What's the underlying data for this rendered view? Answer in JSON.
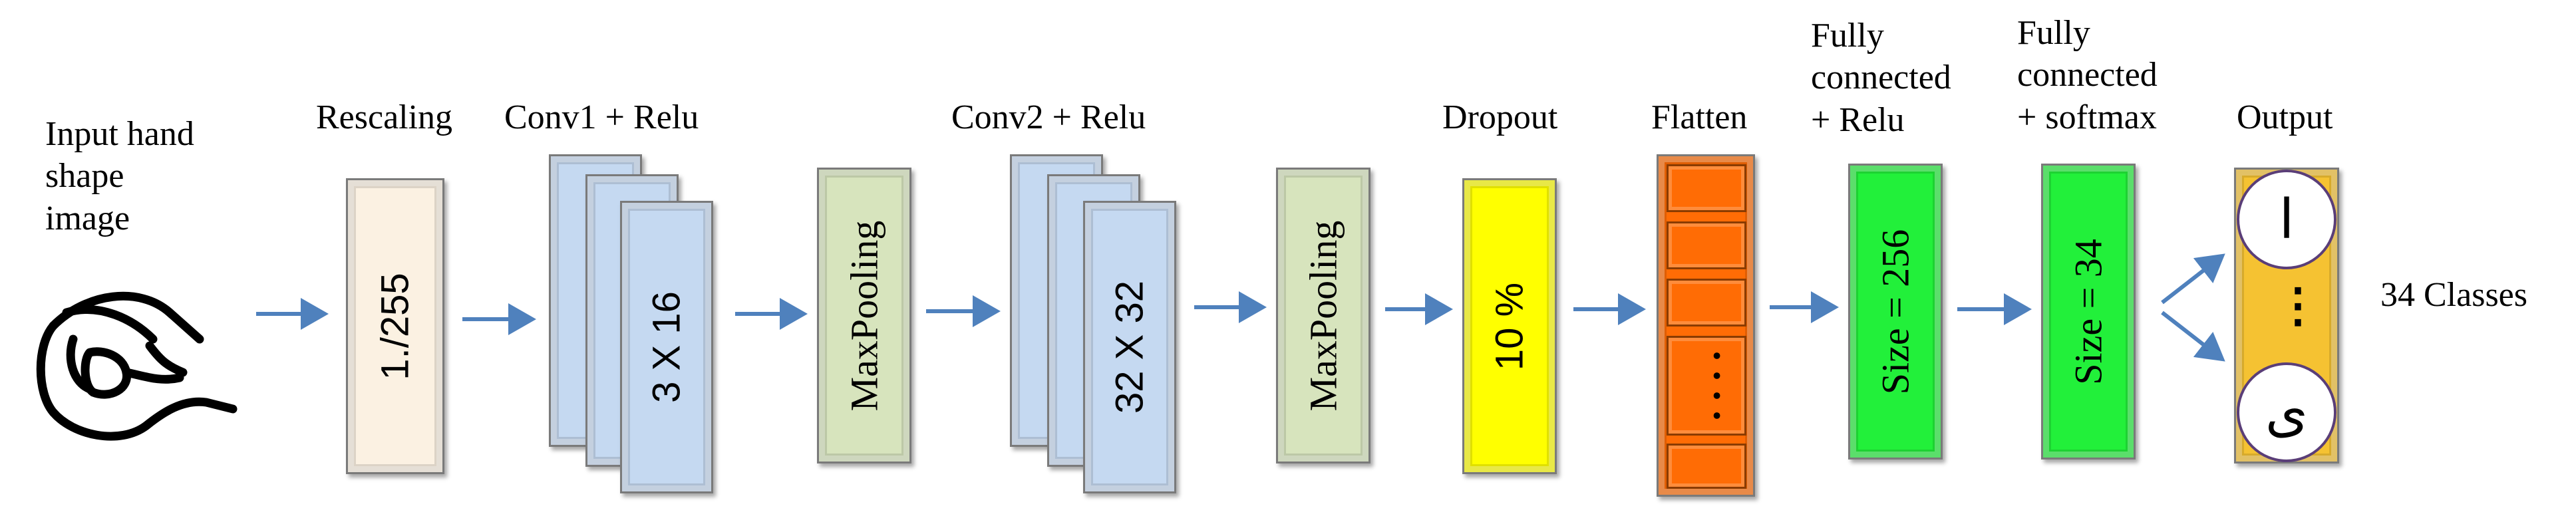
{
  "labels": {
    "input": [
      "Input  hand",
      "shape",
      "image"
    ],
    "rescaling": "Rescaling",
    "conv1": "Conv1 + Relu",
    "conv2": "Conv2 + Relu",
    "dropout": "Dropout",
    "flatten": "Flatten",
    "fc1": [
      "Fully",
      "connected",
      "+ Relu"
    ],
    "fc2": [
      "Fully",
      "connected",
      "+ softmax"
    ],
    "output": "Output",
    "classes": "34 Classes"
  },
  "blocks": {
    "rescaling": "1./255",
    "conv1": "3 X 16",
    "maxpool1": "MaxPooling",
    "conv2": "32 X 32",
    "maxpool2": "MaxPooling",
    "dropout": "10 %",
    "flatten_dots": ". . . .",
    "fc1": "Size = 256",
    "fc2": "Size = 34",
    "output_first": "ا",
    "output_dots": "⋮",
    "output_last": "ی"
  },
  "colors": {
    "rescaling": "#fbf1e2",
    "conv": "#c5d9f1",
    "maxpool": "#d7e4bd",
    "dropout": "#ffff00",
    "flatten": "#ff6c05",
    "fc": "#22f03a",
    "output": "#f5c232",
    "arrow": "#4f81bd"
  },
  "icons": [
    "hand-shape-icon"
  ]
}
